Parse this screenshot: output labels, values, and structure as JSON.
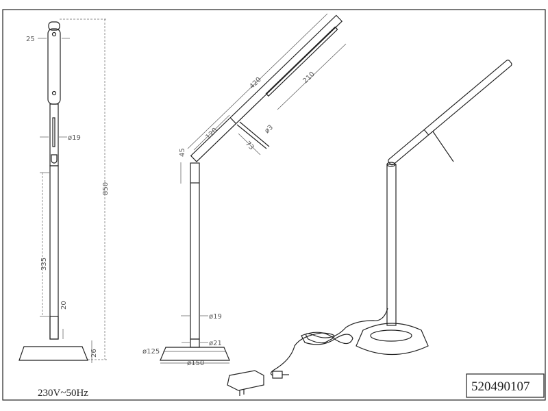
{
  "drawing": {
    "voltage_label": "230V~50Hz",
    "part_number": "520490107",
    "front_view": {
      "dims": {
        "head_width": "25",
        "arm_diameter": "ø19",
        "total_height": "850",
        "pole_length": "335",
        "collar_height": "20",
        "base_height": "26"
      }
    },
    "side_view": {
      "dims": {
        "arm_length": "420",
        "led_length": "210",
        "handle_offset": "120",
        "handle_length": "73",
        "handle_diameter": "ø3",
        "joint_height": "45",
        "pole_diameter": "ø19",
        "collar_diameter": "ø21",
        "base_top_diameter": "ø125",
        "base_diameter": "ø150"
      }
    }
  }
}
